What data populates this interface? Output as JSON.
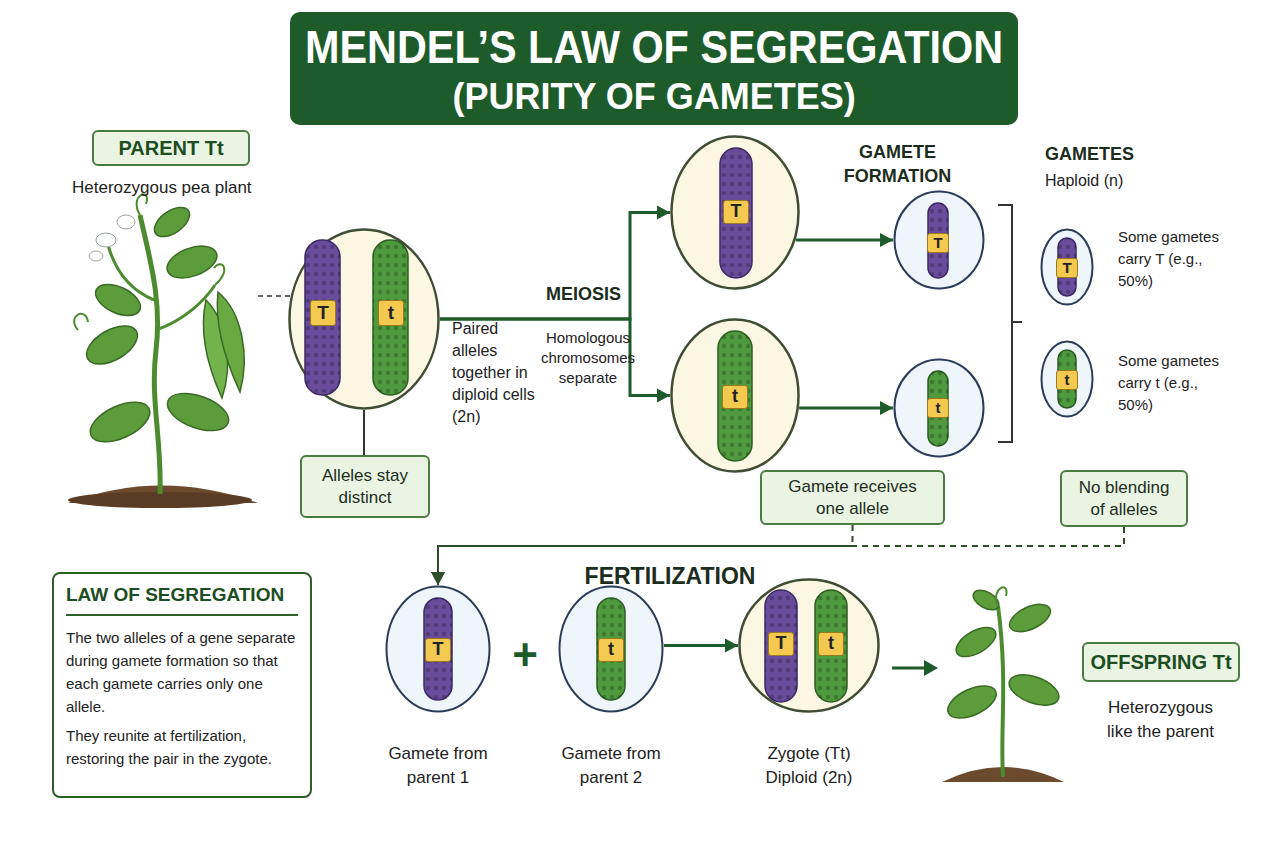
{
  "diagram": {
    "title": "MENDEL’S LAW OF SEGREGATION",
    "nodes": [
      {
        "text": [
          "PARENT Tt"
        ]
      },
      {
        "text": [
          "T",
          "t"
        ]
      },
      {
        "text": [
          "Alleles stay distinct"
        ]
      },
      {
        "text": [
          "T"
        ]
      },
      {
        "text": [
          "t"
        ]
      },
      {
        "text": [
          "T"
        ]
      },
      {
        "text": [
          "t"
        ]
      },
      {
        "text": [
          "T"
        ]
      },
      {
        "text": [
          "t"
        ]
      },
      {
        "text": [
          "Gamete receives one allele"
        ]
      },
      {
        "text": [
          "No blending of alleles"
        ]
      },
      {
        "text": [
          "LAW OF SEGREGATION",
          "The two alleles of a gene separate during gamete formation so that each gamete carries only one allele.",
          "They reunite at fertilization, restoring the pair in the zygote."
        ]
      },
      {
        "text": [
          "T"
        ]
      },
      {
        "text": [
          "t"
        ]
      },
      {
        "text": [
          "T",
          "t"
        ]
      },
      {
        "text": [
          "OFFSPRING Tt"
        ]
      }
    ],
    "edges": [
      {
        "from": 1,
        "to": 2,
        "arrow": "none"
      },
      {
        "from": 1,
        "to": 3,
        "arrow": "to",
        "label": "MEIOSIS"
      },
      {
        "from": 1,
        "to": 4,
        "arrow": "to",
        "label": "Homologous chromosomes separate"
      },
      {
        "from": 3,
        "to": 5,
        "arrow": "to"
      },
      {
        "from": 4,
        "to": 6,
        "arrow": "to"
      },
      {
        "from": 9,
        "to": 12,
        "arrow": "to"
      },
      {
        "from": 10,
        "to": 12,
        "arrow": "to"
      },
      {
        "from": 13,
        "to": 14,
        "arrow": "to"
      }
    ],
    "labels": [
      "(PURITY OF GAMETES)",
      "Heterozygous pea plant",
      "Paired alleles together in diploid cells (2n)",
      "GAMETE FORMATION",
      "GAMETES",
      "Haploid (n)",
      "Some gametes carry T (e.g., 50%)",
      "Some gametes carry t (e.g., 50%)",
      "FERTILIZATION",
      "+",
      "Gamete from parent 1",
      "Gamete from parent 2",
      "Zygote (Tt) Diploid (2n)",
      "Heterozygous like the parent"
    ]
  }
}
